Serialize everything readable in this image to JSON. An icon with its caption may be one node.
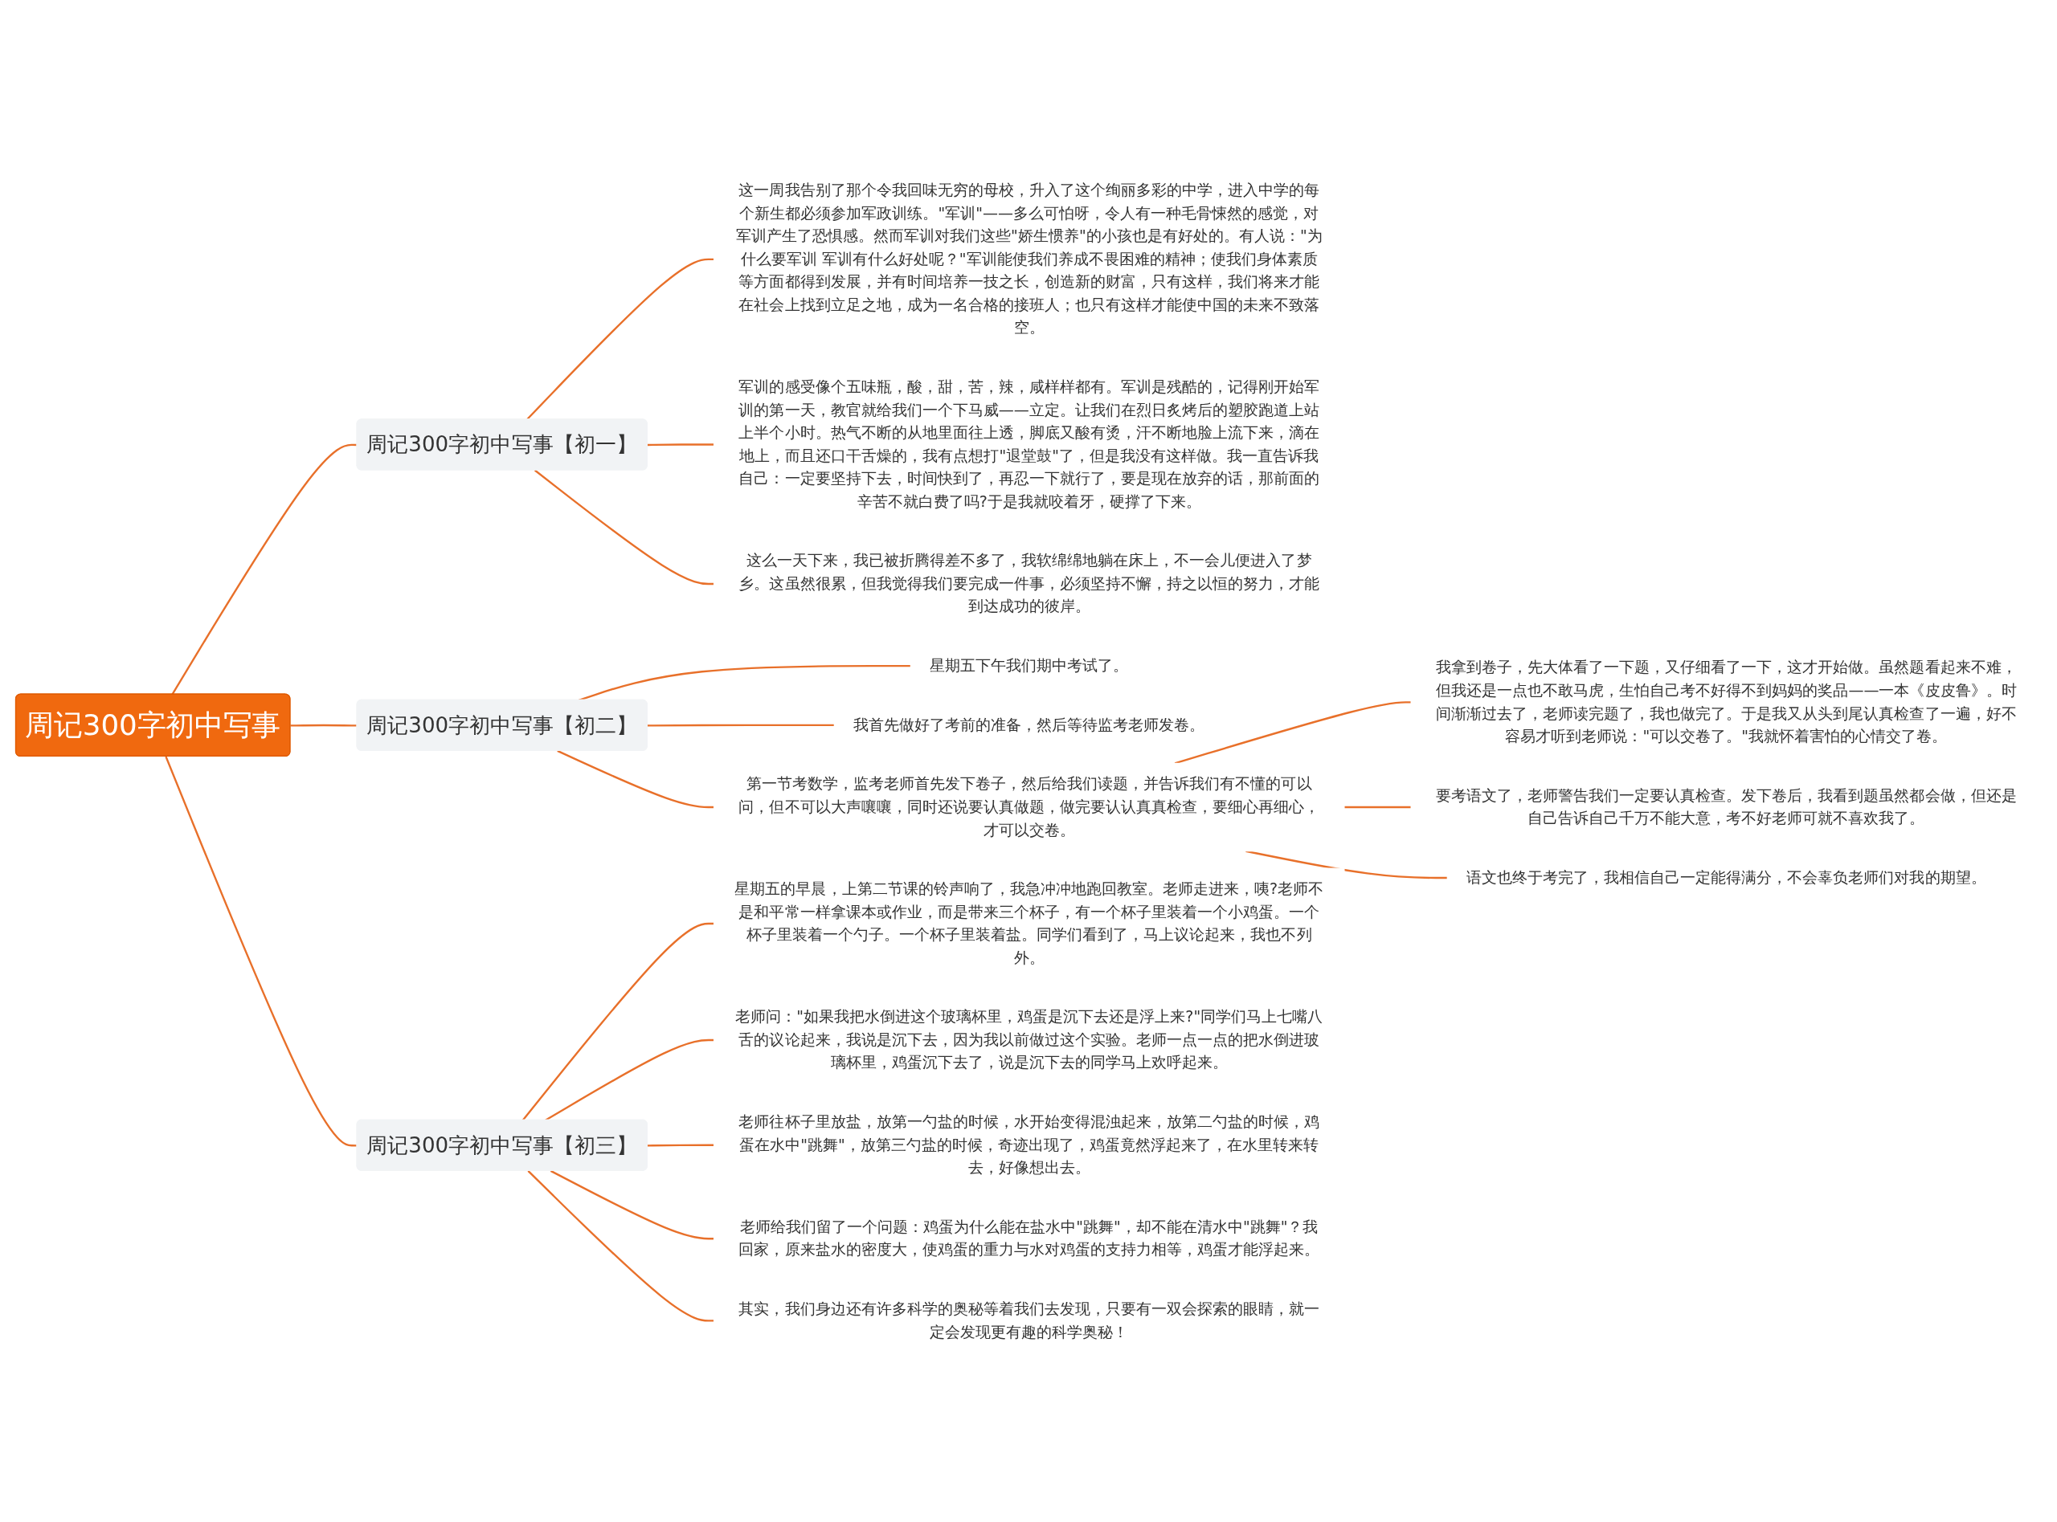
{
  "diagram": {
    "nodes": [
      {
        "text": [
          "周记300字初中写事"
        ]
      },
      {
        "text": [
          "周记300字初中写事【初一】"
        ]
      },
      {
        "text": [
          "这一周我告别了那个令我回味无穷的母校，升入了这个绚丽多彩的中学，进入中学的每个新生都必须参加军政训练。\"军训\"——多么可怕呀，令人有一种毛骨悚然的感觉，对军训产生了恐惧感。然而军训对我们这些\"娇生惯养\"的小孩也是有好处的。有人说：\"为什么要军训 军训有什么好处呢？\"军训能使我们养成不畏困难的精神；使我们身体素质等方面都得到发展，并有时间培养一技之长，创造新的财富，只有这样，我们将来才能在社会上找到立足之地，成为一名合格的接班人；也只有这样才能使中国的未来不致落空。"
        ]
      },
      {
        "text": [
          "军训的感受像个五味瓶，酸，甜，苦，辣，咸样样都有。军训是残酷的，记得刚开始军训的第一天，教官就给我们一个下马威——立定。让我们在烈日炙烤后的塑胶跑道上站上半个小时。热气不断的从地里面往上透，脚底又酸有烫，汗不断地脸上流下来，滴在地上，而且还口干舌燥的，我有点想打\"退堂鼓\"了，但是我没有这样做。我一直告诉我自己：一定要坚持下去，时间快到了，再忍一下就行了，要是现在放弃的话，那前面的辛苦不就白费了吗?于是我就咬着牙，硬撑了下来。"
        ]
      },
      {
        "text": [
          "这么一天下来，我已被折腾得差不多了，我软绵绵地躺在床上，不一会儿便进入了梦乡。这虽然很累，但我觉得我们要完成一件事，必须坚持不懈，持之以恒的努力，才能到达成功的彼岸。"
        ]
      },
      {
        "text": [
          "周记300字初中写事【初二】"
        ]
      },
      {
        "text": [
          "星期五下午我们期中考试了。"
        ]
      },
      {
        "text": [
          "我首先做好了考前的准备，然后等待监考老师发卷。"
        ]
      },
      {
        "text": [
          "第一节考数学，监考老师首先发下卷子，然后给我们读题，并告诉我们有不懂的可以问，但不可以大声嚷嚷，同时还说要认真做题，做完要认认真真检查，要细心再细心，才可以交卷。"
        ]
      },
      {
        "text": [
          "我拿到卷子，先大体看了一下题，又仔细看了一下，这才开始做。虽然题看起来不难，但我还是一点也不敢马虎，生怕自己考不好得不到妈妈的奖品——一本《皮皮鲁》。时间渐渐过去了，老师读完题了，我也做完了。于是我又从头到尾认真检查了一遍，好不容易才听到老师说：\"可以交卷了。\"我就怀着害怕的心情交了卷。"
        ]
      },
      {
        "text": [
          "要考语文了，老师警告我们一定要认真检查。发下卷后，我看到题虽然都会做，但还是自己告诉自己千万不能大意，考不好老师可就不喜欢我了。"
        ]
      },
      {
        "text": [
          "语文也终于考完了，我相信自己一定能得满分，不会辜负老师们对我的期望。"
        ]
      },
      {
        "text": [
          "周记300字初中写事【初三】"
        ]
      },
      {
        "text": [
          "星期五的早晨，上第二节课的铃声响了，我急冲冲地跑回教室。老师走进来，咦?老师不是和平常一样拿课本或作业，而是带来三个杯子，有一个杯子里装着一个小鸡蛋。一个杯子里装着一个勺子。一个杯子里装着盐。同学们看到了，马上议论起来，我也不列外。"
        ]
      },
      {
        "text": [
          "老师问：\"如果我把水倒进这个玻璃杯里，鸡蛋是沉下去还是浮上来?\"同学们马上七嘴八舌的议论起来，我说是沉下去，因为我以前做过这个实验。老师一点一点的把水倒进玻璃杯里，鸡蛋沉下去了，说是沉下去的同学马上欢呼起来。"
        ]
      },
      {
        "text": [
          "老师往杯子里放盐，放第一勺盐的时候，水开始变得混浊起来，放第二勺盐的时候，鸡蛋在水中\"跳舞\"，放第三勺盐的时候，奇迹出现了，鸡蛋竟然浮起来了，在水里转来转去，好像想出去。"
        ]
      },
      {
        "text": [
          "老师给我们留了一个问题：鸡蛋为什么能在盐水中\"跳舞\"，却不能在清水中\"跳舞\"？我回家，原来盐水的密度大，使鸡蛋的重力与水对鸡蛋的支持力相等，鸡蛋才能浮起来。"
        ]
      },
      {
        "text": [
          "其实，我们身边还有许多科学的奥秘等着我们去发现，只要有一双会探索的眼睛，就一定会发现更有趣的科学奥秘！"
        ]
      }
    ],
    "edges": [
      {
        "from": 0,
        "to": 1,
        "arrow": "none"
      },
      {
        "from": 1,
        "to": 2,
        "arrow": "none"
      },
      {
        "from": 1,
        "to": 3,
        "arrow": "none"
      },
      {
        "from": 1,
        "to": 4,
        "arrow": "none"
      },
      {
        "from": 0,
        "to": 5,
        "arrow": "none"
      },
      {
        "from": 5,
        "to": 6,
        "arrow": "none"
      },
      {
        "from": 5,
        "to": 7,
        "arrow": "none"
      },
      {
        "from": 5,
        "to": 8,
        "arrow": "none"
      },
      {
        "from": 8,
        "to": 9,
        "arrow": "none"
      },
      {
        "from": 8,
        "to": 10,
        "arrow": "none"
      },
      {
        "from": 8,
        "to": 11,
        "arrow": "none"
      },
      {
        "from": 0,
        "to": 12,
        "arrow": "none"
      },
      {
        "from": 12,
        "to": 13,
        "arrow": "none"
      },
      {
        "from": 12,
        "to": 14,
        "arrow": "none"
      },
      {
        "from": 12,
        "to": 15,
        "arrow": "none"
      },
      {
        "from": 12,
        "to": 16,
        "arrow": "none"
      },
      {
        "from": 12,
        "to": 17,
        "arrow": "none"
      }
    ]
  }
}
